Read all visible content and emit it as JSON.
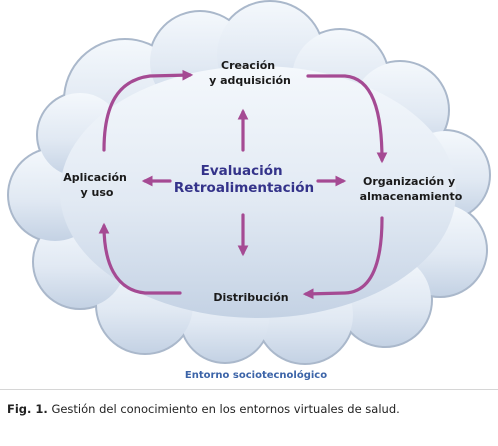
{
  "diagram": {
    "nodes": {
      "creacion": [
        "Creación",
        "y adquisición"
      ],
      "organizacion": [
        "Organización y",
        "almacenamiento"
      ],
      "distribucion": [
        "Distribución"
      ],
      "aplicacion": [
        "Aplicación",
        "y uso"
      ]
    },
    "center": [
      "Evaluación",
      "Retroalimentación"
    ],
    "environment": "Entorno sociotecnológico"
  },
  "caption": {
    "label": "Fig. 1.",
    "text": "Gestión del conocimiento en los entornos virtuales de salud."
  },
  "colors": {
    "arrow": "#a54a93",
    "cloud_fill_top": "#f4f8fc",
    "cloud_fill_bottom": "#c8d5e6",
    "cloud_edge": "#a9b7ca",
    "center_text": "#34338a",
    "environment_text": "#3c64a8"
  }
}
